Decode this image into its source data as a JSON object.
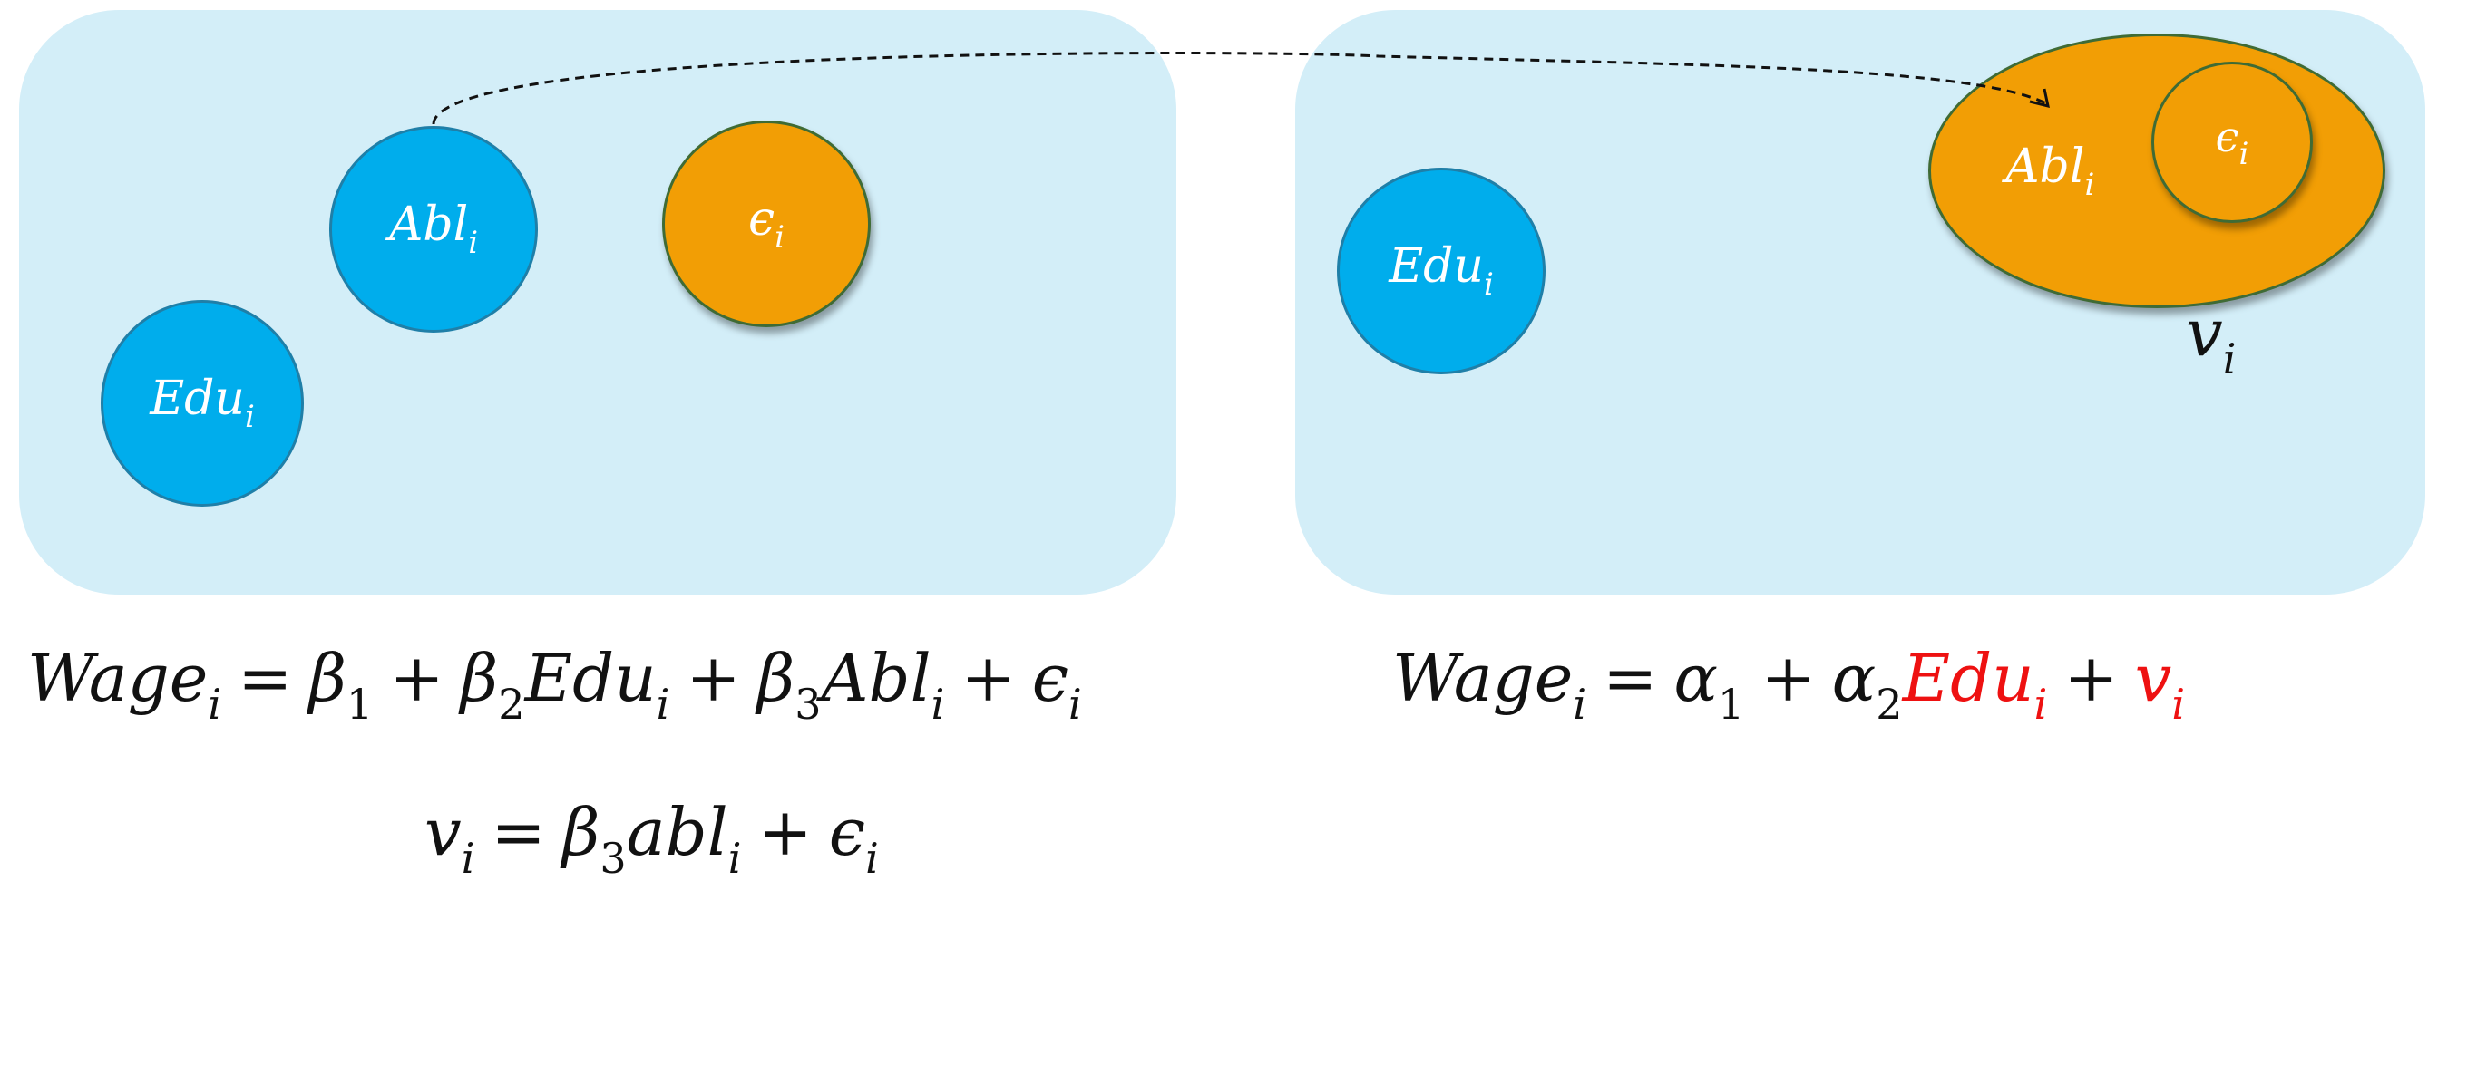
{
  "left_panel": {
    "nodes": {
      "abl": {
        "base": "Abl",
        "sub": "i"
      },
      "eps": {
        "base": "ϵ",
        "sub": "i"
      },
      "edu": {
        "base": "Edu",
        "sub": "i"
      }
    },
    "equation": {
      "lhs": "Wage",
      "lhs_sub": "i",
      "eq": "=",
      "t1": "β",
      "t1_sub": "1",
      "plus1": "+",
      "t2": "β",
      "t2_sub": "2",
      "t2_var": "Edu",
      "t2_var_sub": "i",
      "plus2": "+",
      "t3": "β",
      "t3_sub": "3",
      "t3_var": "Abl",
      "t3_var_sub": "i",
      "plus3": "+",
      "t4": "ϵ",
      "t4_sub": "i"
    },
    "v_equation": {
      "lhs": "v",
      "lhs_sub": "i",
      "eq": "=",
      "t1": "β",
      "t1_sub": "3",
      "t1_var": "abl",
      "t1_var_sub": "i",
      "plus": "+",
      "t2": "ϵ",
      "t2_sub": "i"
    }
  },
  "right_panel": {
    "nodes": {
      "edu": {
        "base": "Edu",
        "sub": "i"
      },
      "abl": {
        "base": "Abl",
        "sub": "i"
      },
      "eps": {
        "base": "ϵ",
        "sub": "i"
      }
    },
    "v_label": {
      "base": "v",
      "sub": "i"
    },
    "equation": {
      "lhs": "Wage",
      "lhs_sub": "i",
      "eq": "=",
      "t1": "α",
      "t1_sub": "1",
      "plus1": "+",
      "t2": "α",
      "t2_sub": "2",
      "t2_var": "Edu",
      "t2_var_sub": "i",
      "plus2": "+",
      "t3": "v",
      "t3_sub": "i"
    }
  },
  "colors": {
    "panel_bg": "#d3eef8",
    "blue_node": "#00adec",
    "orange_node": "#f29e05",
    "highlight": "#ee1111"
  }
}
